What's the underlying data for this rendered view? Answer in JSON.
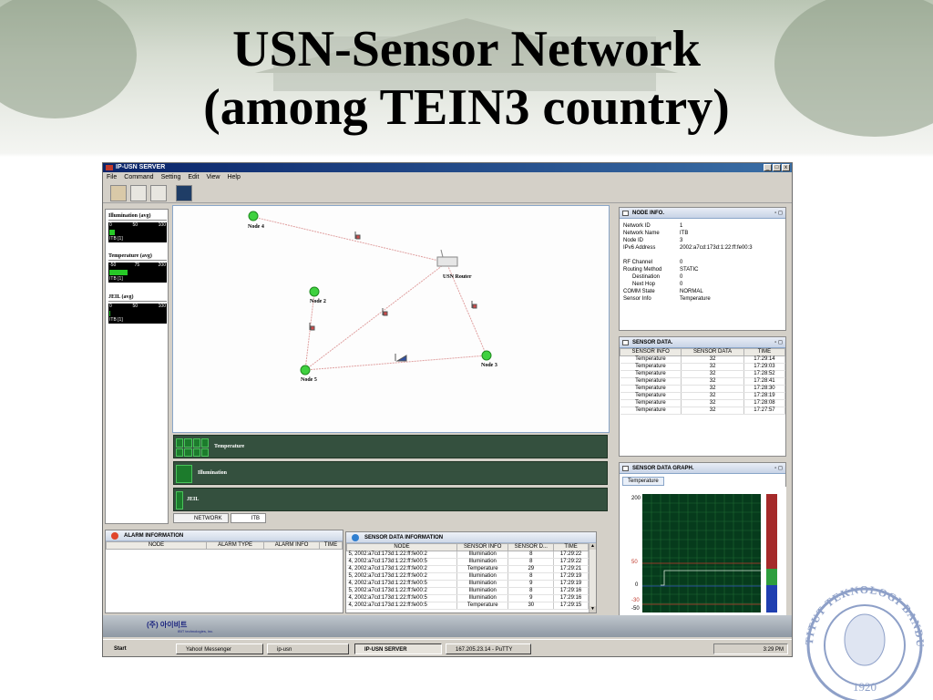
{
  "slide": {
    "title_line1": "USN-Sensor Network",
    "title_line2": "(among TEIN3 country)"
  },
  "window": {
    "title": "IP-USN SERVER",
    "controls": [
      "_",
      "□",
      "x"
    ]
  },
  "menu": [
    "File",
    "Command",
    "Setting",
    "Edit",
    "View",
    "Help"
  ],
  "gauges": [
    {
      "title": "Illumination (avg)",
      "scale": [
        "0",
        "50",
        "100"
      ],
      "value": "9",
      "fill": 0.09,
      "label": "ITB [1]"
    },
    {
      "title": "Temperature (avg)",
      "scale": [
        "-50",
        "75",
        "200"
      ],
      "value": "30",
      "fill": 0.32,
      "label": "ITB [1]"
    },
    {
      "title": "JEIL (avg)",
      "scale": [
        "0",
        "50",
        "100"
      ],
      "value": "0",
      "fill": 0.0,
      "label": "ITB [1]"
    }
  ],
  "network": {
    "nodes": [
      "Node 4",
      "Node 2",
      "Node 5",
      "Node 3"
    ],
    "router": "USN Router"
  },
  "sensor_strips": [
    "Temperature",
    "Illumination",
    "JEIL"
  ],
  "bottom_tabs": [
    "NETWORK",
    "ITB"
  ],
  "node_info": {
    "title": "NODE INFO.",
    "fields": [
      {
        "k": "Network ID",
        "v": "1"
      },
      {
        "k": "Network Name",
        "v": "ITB"
      },
      {
        "k": "Node ID",
        "v": "3"
      },
      {
        "k": "IPv6 Address",
        "v": "2002:a7cd:173d:1:22:ff:fe00:3"
      }
    ],
    "fields2": [
      {
        "k": "RF Channel",
        "v": "0",
        "indent": false
      },
      {
        "k": "Routing Method",
        "v": "STATIC",
        "indent": false
      },
      {
        "k": "Destination",
        "v": "0",
        "indent": true
      },
      {
        "k": "Next Hop",
        "v": "0",
        "indent": true
      },
      {
        "k": "COMM State",
        "v": "NORMAL",
        "indent": false
      },
      {
        "k": "Sensor Info",
        "v": "Temperature",
        "indent": false
      }
    ]
  },
  "sensor_data": {
    "title": "SENSOR DATA.",
    "headers": [
      "SENSOR INFO",
      "SENSOR DATA",
      "TIME"
    ],
    "rows": [
      [
        "Temperature",
        "32",
        "17:29:14"
      ],
      [
        "Temperature",
        "32",
        "17:29:03"
      ],
      [
        "Temperature",
        "32",
        "17:28:52"
      ],
      [
        "Temperature",
        "32",
        "17:28:41"
      ],
      [
        "Temperature",
        "32",
        "17:28:30"
      ],
      [
        "Temperature",
        "32",
        "17:28:19"
      ],
      [
        "Temperature",
        "32",
        "17:28:08"
      ],
      [
        "Temperature",
        "32",
        "17:27:57"
      ]
    ]
  },
  "graph": {
    "title": "SENSOR DATA GRAPH.",
    "tab": "Temperature",
    "ylabels": {
      "top": "200",
      "mid": "50",
      "zero": "0",
      "neg30": "-30",
      "neg50": "-50"
    }
  },
  "alarm": {
    "title": "ALARM INFORMATION",
    "headers": [
      "NODE",
      "ALARM TYPE",
      "ALARM INFO",
      "TIME"
    ]
  },
  "sensor_data_info": {
    "title": "SENSOR DATA INFORMATION",
    "headers": [
      "NODE",
      "SENSOR INFO",
      "SENSOR D...",
      "TIME"
    ],
    "rows": [
      [
        "5, 2002:a7cd:173d:1:22:ff:fe00:2",
        "Illumination",
        "8",
        "17:29:22"
      ],
      [
        "4, 2002:a7cd:173d:1:22:ff:fe00:5",
        "Illumination",
        "8",
        "17:29:22"
      ],
      [
        "4, 2002:a7cd:173d:1:22:ff:fe00:2",
        "Temperature",
        "29",
        "17:29:21"
      ],
      [
        "5, 2002:a7cd:173d:1:22:ff:fe00:2",
        "Illumination",
        "8",
        "17:29:19"
      ],
      [
        "4, 2002:a7cd:173d:1:22:ff:fe00:5",
        "Illumination",
        "9",
        "17:29:19"
      ],
      [
        "5, 2002:a7cd:173d:1:22:ff:fe00:2",
        "Illumination",
        "8",
        "17:29:16"
      ],
      [
        "4, 2002:a7cd:173d:1:22:ff:fe00:5",
        "Illumination",
        "9",
        "17:29:16"
      ],
      [
        "4, 2002:a7cd:173d:1:22:ff:fe00:5",
        "Temperature",
        "30",
        "17:29:15"
      ]
    ]
  },
  "brand": {
    "logo": "(주) 아이비트",
    "sub": "IBIT technologies, inc."
  },
  "taskbar": {
    "start": "Start",
    "items": [
      "Yahoo! Messenger",
      "ip-usn",
      "IP-USN SERVER",
      "167.205.23.14 - PuTTY"
    ],
    "clock": "3:29 PM"
  },
  "seal": {
    "top_text": "INSTITUT TEKNOLOGI BANDUNG",
    "year": "1920"
  },
  "colors": {
    "accent": "#0a246a",
    "panel_green": "#34503e",
    "node_green": "#3fd13f",
    "graph_bg": "#063b1c"
  }
}
